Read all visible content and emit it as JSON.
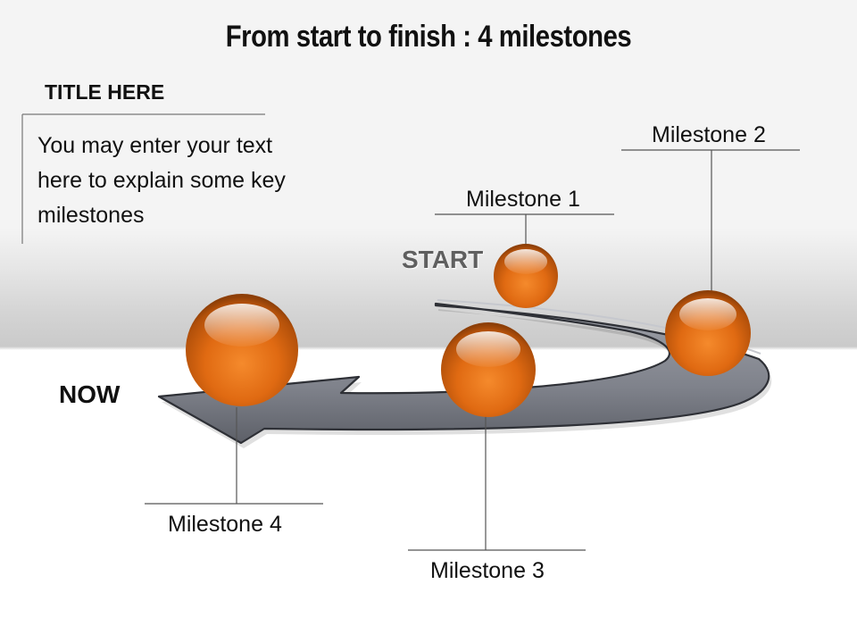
{
  "title": "From start to finish : 4 milestones",
  "text_box": {
    "title": "TITLE HERE",
    "body": "You may enter your text here to explain some key milestones"
  },
  "markers": {
    "start": "START",
    "now": "NOW"
  },
  "milestones": [
    {
      "label": "Milestone 1"
    },
    {
      "label": "Milestone 2"
    },
    {
      "label": "Milestone 3"
    },
    {
      "label": "Milestone 4"
    }
  ],
  "colors": {
    "sphere": "#e06a12",
    "sphere_highlight": "#fbd0a6",
    "arrow": "#8a8d96",
    "arrow_edge": "#2e3036",
    "line": "#555555",
    "band": "#f4f4f4"
  }
}
